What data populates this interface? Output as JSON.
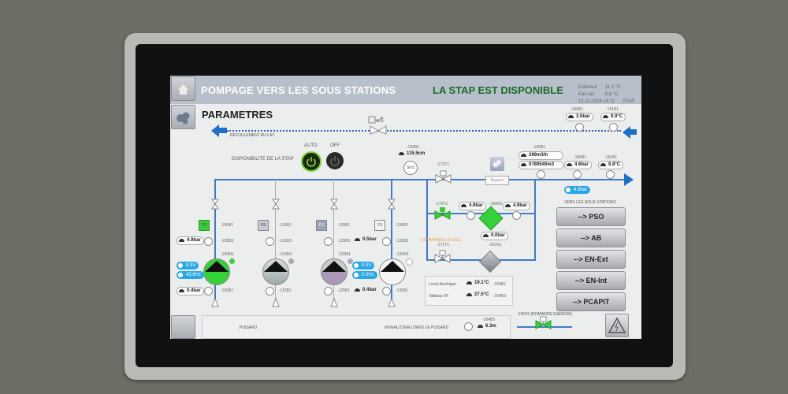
{
  "header": {
    "title": "POMPAGE VERS LES SOUS STATIONS",
    "status": "LA STAP EST DISPONIBLE",
    "ext_label": "Extérieur",
    "ext_value": "11.2 °C",
    "eau_label": "Eau lac",
    "eau_value": "8.6 °C",
    "datetime": "12.11.2024 14:12",
    "station": "STAP"
  },
  "section_title": "PARAMETRES",
  "refoulement_label": "REFOULEMENT AU LAC",
  "availability": {
    "label": "DISPONIBILITE DE LA STAP",
    "auto_label": "AUTO",
    "off_label": "OFF"
  },
  "top_sensors": {
    "s190": {
      "tag": "-190B1",
      "value": "3.5bar"
    },
    "s191": {
      "tag": "-191B1",
      "value": "9.9°C"
    },
    "s150": {
      "tag": "-150B1",
      "value": "115.5cm",
      "unit_label": "Sm3"
    },
    "s165": {
      "tag": "-165B1",
      "flow": "299m3/h",
      "total": "5789540m3"
    },
    "s180": {
      "tag": "-180B1",
      "value": "4.6bar"
    },
    "s181": {
      "tag": "-181B1",
      "value": "8.8°C"
    },
    "line_pressure": "4.9bar"
  },
  "pumps": [
    {
      "fs": "FS",
      "fs_tag": "-106B1",
      "gauge_tag": "-105B3",
      "pump_tag": "-100M1",
      "bottom_tag": "-105B1",
      "in_pressure": "4.9bar",
      "out_pressure": "0.4bar",
      "voltage": "8.3V",
      "freq": "43.6Hz",
      "state": "running"
    },
    {
      "fs": "FS",
      "fs_tag": "-116B1",
      "gauge_tag": "-115B3",
      "pump_tag": "-110M1",
      "bottom_tag": "-115B1",
      "state": "stopped"
    },
    {
      "fs": "FS",
      "fs_tag": "-126B1",
      "gauge_tag": "-125B3",
      "pump_tag": "-120M1",
      "bottom_tag": "-125B1",
      "in_pressure": "0.5bar",
      "out_pressure": "0.4bar",
      "voltage": "0.0V",
      "freq": "0.0Hz",
      "state": "stopped"
    },
    {
      "fs": "FS",
      "fs_tag": "-136B1",
      "gauge_tag": "-135B3",
      "pump_tag": "-130M1",
      "bottom_tag": "-135B1",
      "state": "stopped"
    }
  ],
  "filters": {
    "valve_top_tag": "-172Y1",
    "bypass_label": "Bypass",
    "valve_mid_tag": "-173Y1",
    "left_pressure": "4.9bar",
    "filter1_tag": "-160N1",
    "right_pressure": "4.9bar",
    "diff_pressure": "0.0bar",
    "commande_label": "COMMANDE LOCALE",
    "valve_bot_tag": "-171Y1",
    "filter2_tag": "-161N1"
  },
  "temps": {
    "rows": [
      {
        "label": "Local électrique",
        "value": "19.1°C",
        "tag": "-204B1"
      },
      {
        "label": "Tableau VF",
        "value": "27.5°C",
        "tag": "-204B3"
      }
    ]
  },
  "sous_stations": {
    "label": "VERS LES SOUS STATIONS",
    "buttons": [
      "--> PSO",
      "--> AB",
      "--> EN-Ext",
      "--> EN-Int",
      "--> PCAPIT"
    ]
  },
  "bottom": {
    "puisard_label": "PUISARD",
    "niveau_label": "NIVEAU D'EAU DANS LE PUISARD",
    "niveau_tag": "-204B5",
    "niveau_value": "6.3m",
    "romande_label": "-160Y0 (ROMANDE ENERGIE)"
  }
}
